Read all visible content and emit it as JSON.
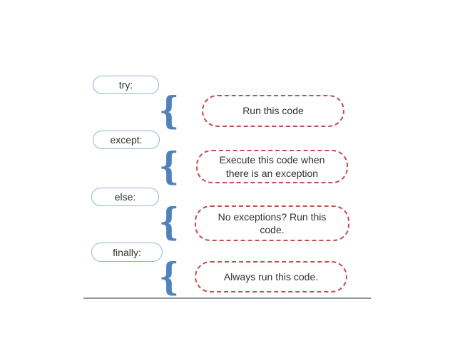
{
  "diagram": {
    "rows": [
      {
        "keyword": "try:",
        "description": "Run this code"
      },
      {
        "keyword": "except:",
        "description": "Execute this code when there is an exception"
      },
      {
        "keyword": "else:",
        "description": "No exceptions? Run this code."
      },
      {
        "keyword": "finally:",
        "description": "Always run this code."
      }
    ],
    "brace_glyph": "{",
    "colors": {
      "keyword_pill_border": "#95b3d7",
      "brace": "#4f81bd",
      "description_box_border": "#c0504d",
      "text": "#303030",
      "baseline": "#8e959e",
      "background": "#ffffff"
    }
  }
}
